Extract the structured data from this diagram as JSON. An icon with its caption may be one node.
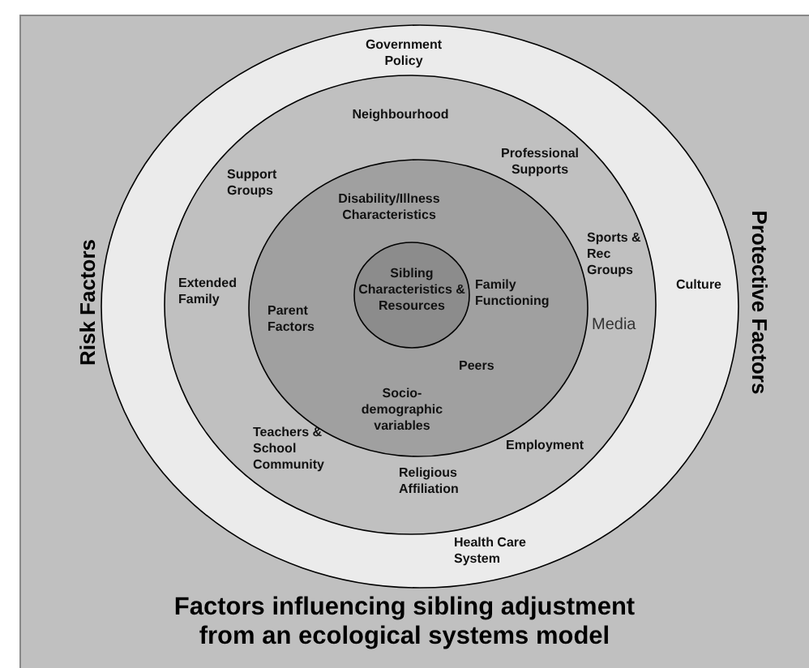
{
  "diagram": {
    "caption": "Factors influencing sibling adjustment from an ecological systems model",
    "nodes": [
      {
        "text": [
          "Government Policy",
          "Culture",
          "Health Care System"
        ]
      },
      {
        "text": [
          "Neighbourhood",
          "Support Groups",
          "Professional Supports",
          "Extended Family",
          "Sports & Rec Groups",
          "Media",
          "Teachers & School Community",
          "Employment",
          "Religious Affiliation"
        ],
        "in": 0
      },
      {
        "text": [
          "Disability/Illness Characteristics",
          "Parent Factors",
          "Family Functioning",
          "Peers",
          "Socio-demographic variables"
        ],
        "in": 1
      },
      {
        "text": [
          "Sibling Characteristics & Resources"
        ],
        "in": 2
      }
    ],
    "labels": [
      "Risk Factors",
      "Protective Factors"
    ]
  }
}
